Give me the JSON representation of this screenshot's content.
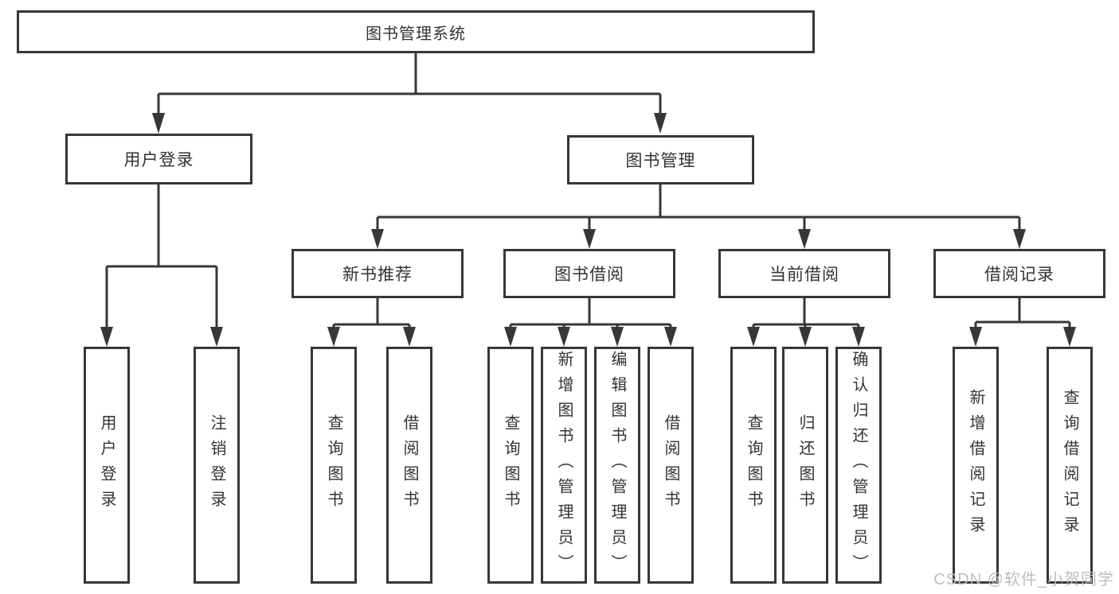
{
  "diagram": {
    "nodes": {
      "root": {
        "label": "图书管理系统"
      },
      "user_login": {
        "label": "用户登录"
      },
      "book_management": {
        "label": "图书管理"
      },
      "new_book_recommend": {
        "label": "新书推荐"
      },
      "book_borrow": {
        "label": "图书借阅"
      },
      "current_borrow": {
        "label": "当前借阅"
      },
      "borrow_records": {
        "label": "借阅记录"
      },
      "login": {
        "label": "用户登录"
      },
      "logout": {
        "label": "注销登录"
      },
      "nb_query_books": {
        "label": "查询图书"
      },
      "nb_borrow_books": {
        "label": "借阅图书"
      },
      "bb_query_books": {
        "label": "查询图书"
      },
      "bb_add_books": {
        "label": "新增图书（管理员）"
      },
      "bb_edit_books": {
        "label": "编辑图书（管理员）"
      },
      "bb_borrow_books": {
        "label": "借阅图书"
      },
      "cb_query_books": {
        "label": "查询图书"
      },
      "cb_return_books": {
        "label": "归还图书"
      },
      "cb_confirm_return": {
        "label": "确认归还（管理员）"
      },
      "br_add_record": {
        "label": "新增借阅记录"
      },
      "br_query_record": {
        "label": "查询借阅记录"
      }
    },
    "colors": {
      "line": "#373737",
      "text": "#333333",
      "background": "#ffffff",
      "watermark": "#b8bcc0"
    }
  },
  "watermark": {
    "text": "CSDN @软件_小贺同学"
  }
}
